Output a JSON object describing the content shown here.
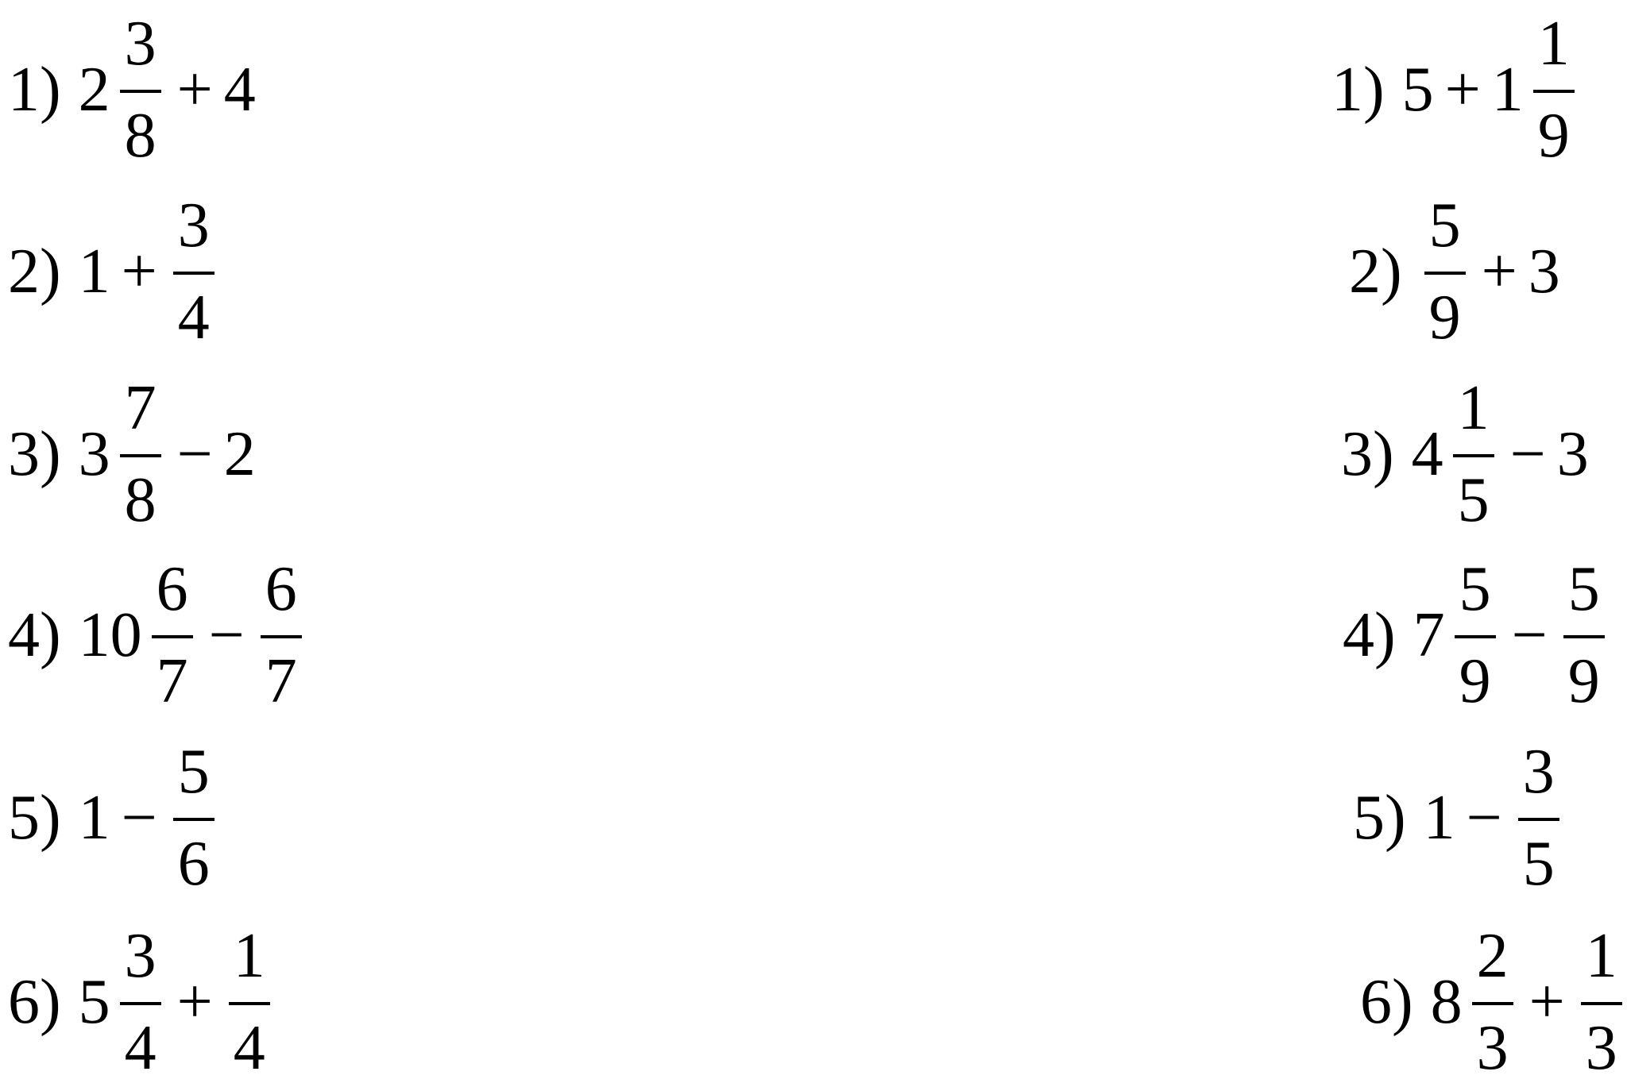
{
  "left": [
    {
      "label": "1)",
      "parts": [
        {
          "t": "mixed",
          "whole": "2",
          "n": "3",
          "d": "8"
        },
        {
          "t": "op",
          "v": "+"
        },
        {
          "t": "num",
          "v": "4"
        }
      ]
    },
    {
      "label": "2)",
      "parts": [
        {
          "t": "num",
          "v": "1"
        },
        {
          "t": "op",
          "v": "+"
        },
        {
          "t": "frac",
          "n": "3",
          "d": "4"
        }
      ]
    },
    {
      "label": "3)",
      "parts": [
        {
          "t": "mixed",
          "whole": "3",
          "n": "7",
          "d": "8"
        },
        {
          "t": "op",
          "v": "−"
        },
        {
          "t": "num",
          "v": "2"
        }
      ]
    },
    {
      "label": "4)",
      "parts": [
        {
          "t": "mixed",
          "whole": "10",
          "n": "6",
          "d": "7"
        },
        {
          "t": "op",
          "v": "−"
        },
        {
          "t": "frac",
          "n": "6",
          "d": "7"
        }
      ]
    },
    {
      "label": "5)",
      "parts": [
        {
          "t": "num",
          "v": "1"
        },
        {
          "t": "op",
          "v": "−"
        },
        {
          "t": "frac",
          "n": "5",
          "d": "6"
        }
      ]
    },
    {
      "label": "6)",
      "parts": [
        {
          "t": "mixed",
          "whole": "5",
          "n": "3",
          "d": "4"
        },
        {
          "t": "op",
          "v": "+"
        },
        {
          "t": "frac",
          "n": "1",
          "d": "4"
        }
      ]
    }
  ],
  "right": [
    {
      "label": "1)",
      "parts": [
        {
          "t": "num",
          "v": "5"
        },
        {
          "t": "op",
          "v": "+"
        },
        {
          "t": "mixed",
          "whole": "1",
          "n": "1",
          "d": "9"
        }
      ]
    },
    {
      "label": "2)",
      "parts": [
        {
          "t": "frac",
          "n": "5",
          "d": "9"
        },
        {
          "t": "op",
          "v": "+"
        },
        {
          "t": "num",
          "v": "3"
        }
      ]
    },
    {
      "label": "3)",
      "parts": [
        {
          "t": "mixed",
          "whole": "4",
          "n": "1",
          "d": "5"
        },
        {
          "t": "op",
          "v": "−"
        },
        {
          "t": "num",
          "v": "3"
        }
      ]
    },
    {
      "label": "4)",
      "parts": [
        {
          "t": "mixed",
          "whole": "7",
          "n": "5",
          "d": "9"
        },
        {
          "t": "op",
          "v": "−"
        },
        {
          "t": "frac",
          "n": "5",
          "d": "9"
        }
      ]
    },
    {
      "label": "5)",
      "parts": [
        {
          "t": "num",
          "v": "1"
        },
        {
          "t": "op",
          "v": "−"
        },
        {
          "t": "frac",
          "n": "3",
          "d": "5"
        }
      ]
    },
    {
      "label": "6)",
      "parts": [
        {
          "t": "mixed",
          "whole": "8",
          "n": "2",
          "d": "3"
        },
        {
          "t": "op",
          "v": "+"
        },
        {
          "t": "frac",
          "n": "1",
          "d": "3"
        }
      ]
    }
  ]
}
